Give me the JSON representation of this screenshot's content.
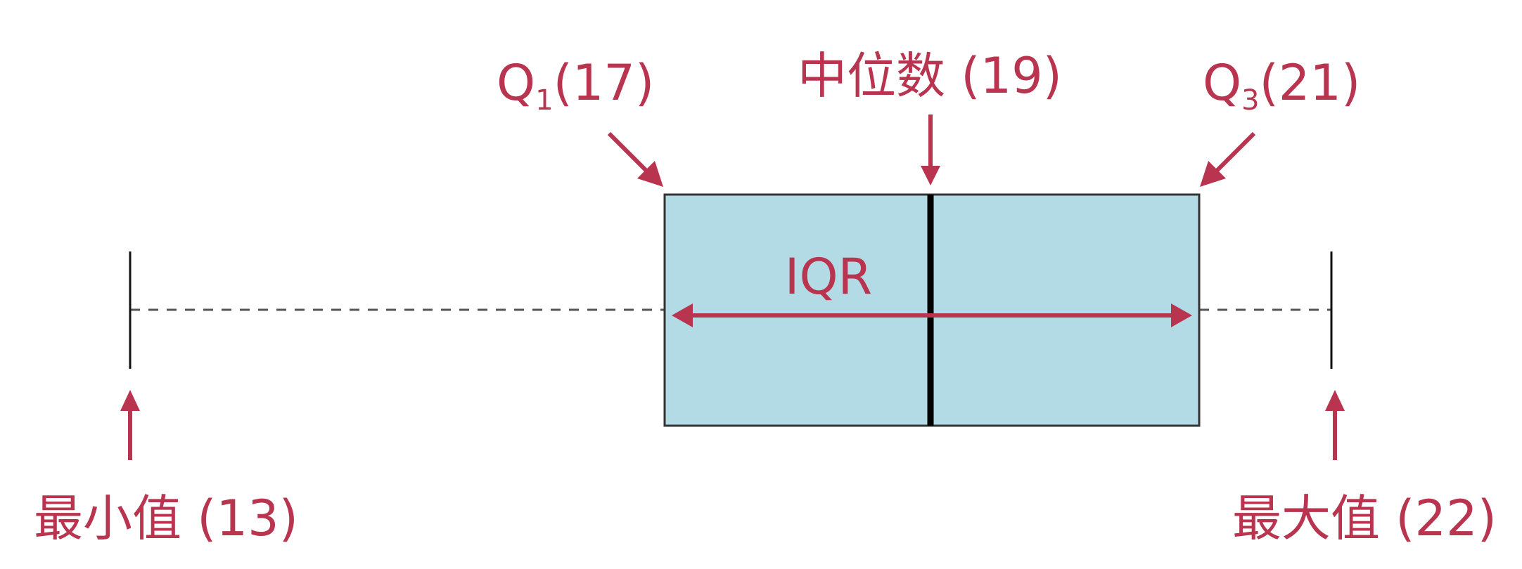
{
  "labels": {
    "q1_prefix": "Q",
    "q1_sub": "1",
    "q1_value": "(17)",
    "median": "中位数 (19)",
    "q3_prefix": "Q",
    "q3_sub": "3",
    "q3_value": "(21)",
    "iqr": "IQR",
    "min": "最小值 (13)",
    "max": "最大值 (22)"
  },
  "colors": {
    "accent": "#b8344f",
    "box_fill": "#b3dbe5",
    "box_stroke": "#333333",
    "median_line": "#000000",
    "whisker": "#555555"
  }
}
